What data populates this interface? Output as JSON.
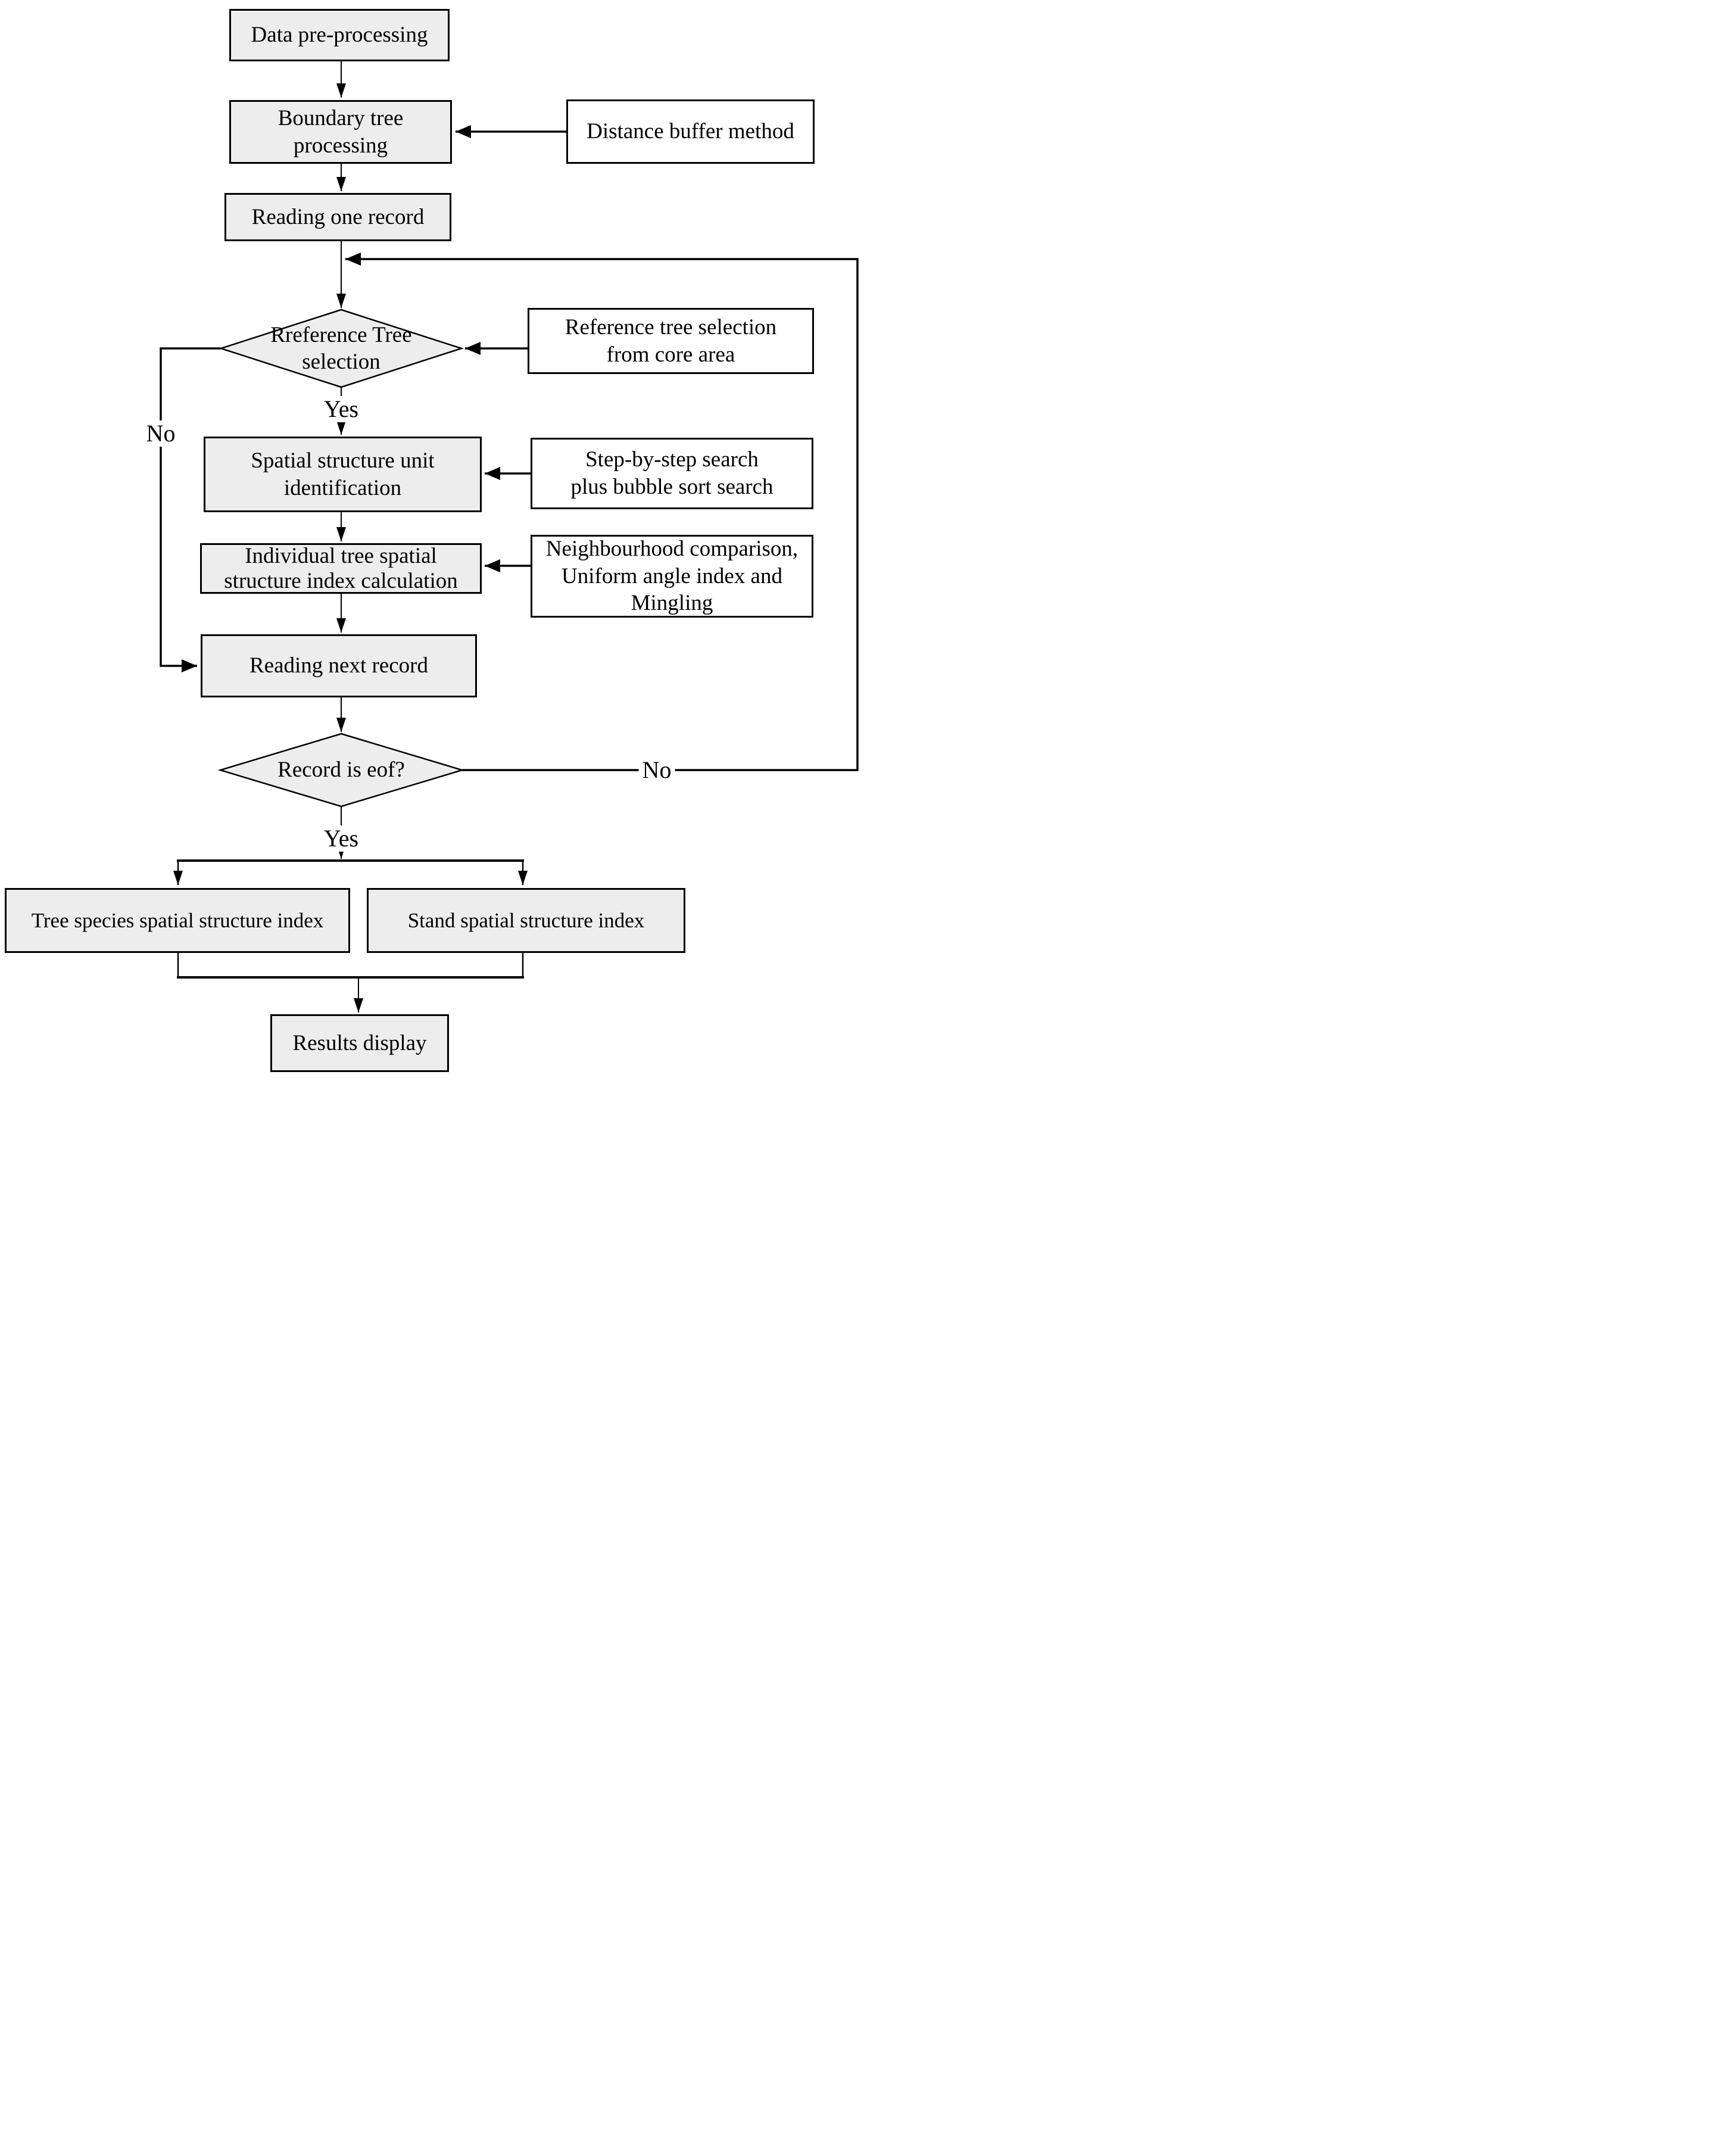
{
  "diagram": {
    "type": "flowchart",
    "background": "#ffffff",
    "colors": {
      "process_fill": "#ededed",
      "decision_fill": "#ededed",
      "annotation_fill": "#ffffff",
      "border": "#000000",
      "line": "#000000",
      "text": "#000000"
    },
    "nodes": {
      "data_preprocessing": {
        "label": "Data pre-processing",
        "lines": [
          "Data pre-processing"
        ]
      },
      "boundary_tree": {
        "label": "Boundary tree processing",
        "lines": [
          "Boundary tree",
          "processing"
        ]
      },
      "distance_buffer": {
        "label": "Distance buffer method",
        "lines": [
          "Distance buffer method"
        ]
      },
      "reading_one": {
        "label": "Reading one record",
        "lines": [
          "Reading one record"
        ]
      },
      "reference_tree_decision": {
        "label": "Rreference Tree selection",
        "lines": [
          "Rreference Tree",
          "selection"
        ]
      },
      "reference_tree_core": {
        "label": "Reference tree selection from core area",
        "lines": [
          "Reference tree selection",
          "from core area"
        ]
      },
      "spatial_unit": {
        "label": "Spatial structure unit identification",
        "lines": [
          "Spatial structure unit",
          "identification"
        ]
      },
      "step_search": {
        "label": "Step-by-step search plus bubble sort search",
        "lines": [
          "Step-by-step search",
          "plus bubble sort search"
        ]
      },
      "individual_index": {
        "label": "Individual tree spatial structure index calculation",
        "lines": [
          "Individual tree spatial",
          "structure index calculation"
        ]
      },
      "neighbourhood": {
        "label": "Neighbourhood comparison, Uniform angle index and Mingling",
        "lines": [
          "Neighbourhood comparison,",
          "Uniform angle index and",
          "Mingling"
        ]
      },
      "reading_next": {
        "label": "Reading next record",
        "lines": [
          "Reading next record"
        ]
      },
      "eof_decision": {
        "label": "Record is eof?",
        "lines": [
          "Record is eof?"
        ]
      },
      "tree_species_index": {
        "label": "Tree species spatial structure index",
        "lines": [
          "Tree species spatial structure index"
        ]
      },
      "stand_index": {
        "label": "Stand spatial structure index",
        "lines": [
          "Stand spatial structure index"
        ]
      },
      "results_display": {
        "label": "Results display",
        "lines": [
          "Results display"
        ]
      }
    },
    "edge_labels": {
      "yes_reference": "Yes",
      "yes_eof": "Yes",
      "no_reference": "No",
      "no_eof": "No"
    }
  }
}
